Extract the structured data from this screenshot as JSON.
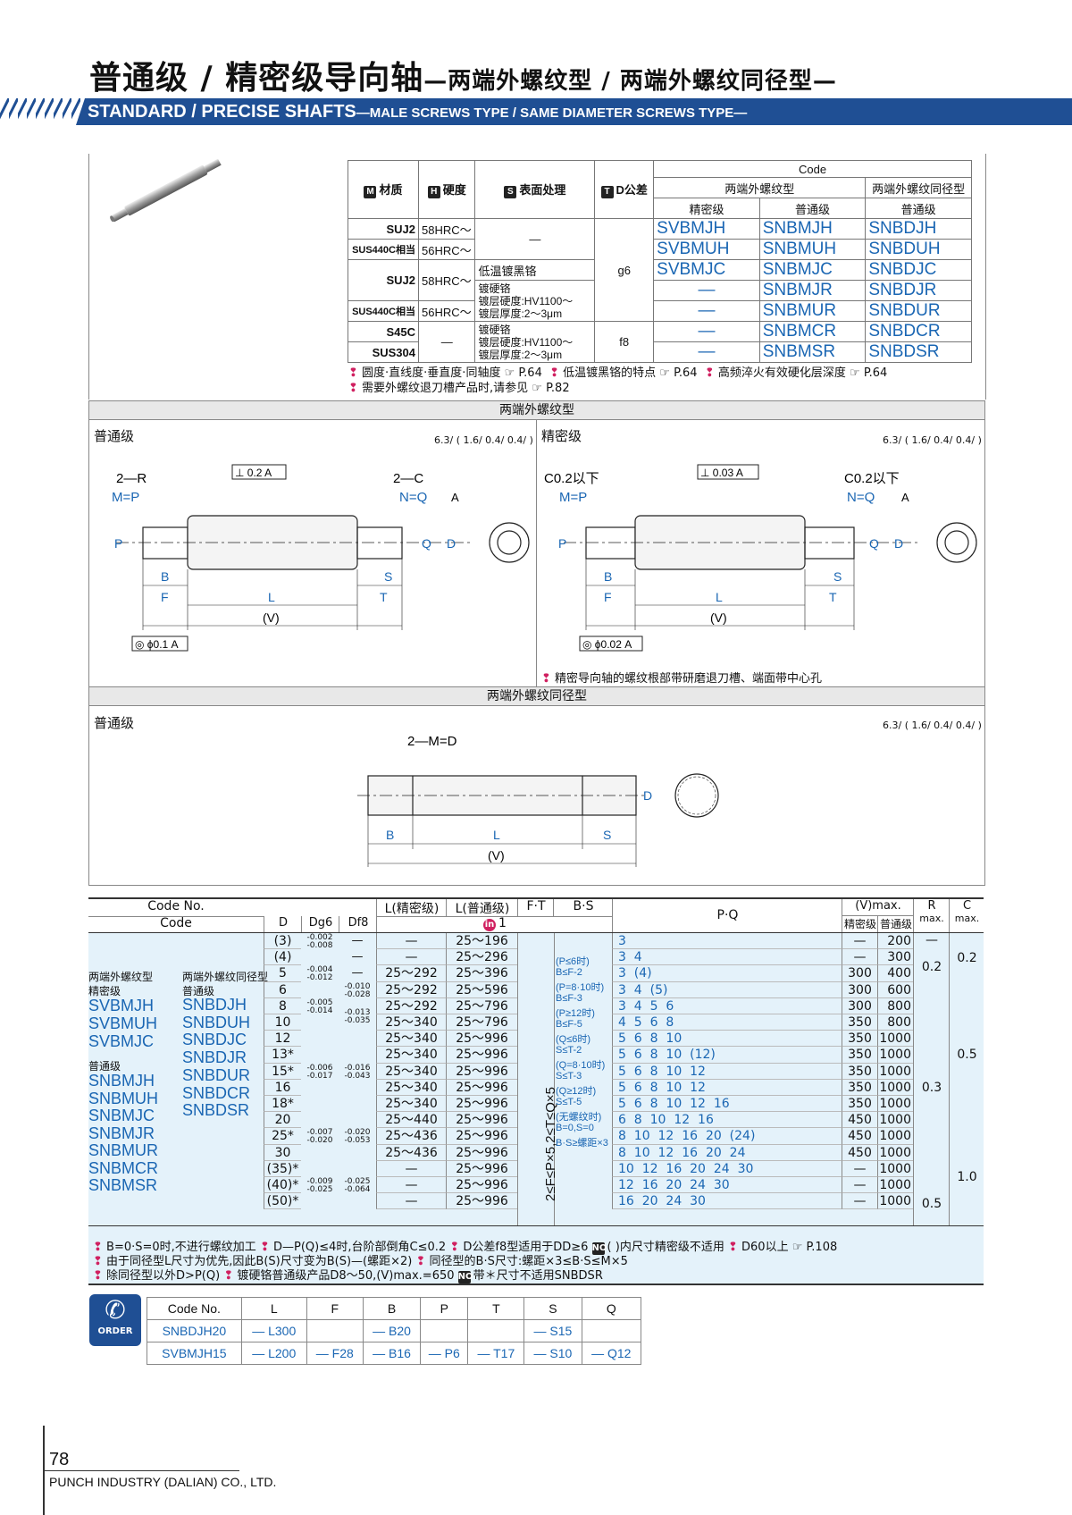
{
  "header": {
    "title_cn": "普通级 / 精密级导向轴",
    "title_cn_sub": "—两端外螺纹型 / 两端外螺纹同径型—",
    "title_en": "STANDARD / PRECISE SHAFTS",
    "title_en_sub": "—MALE SCREWS TYPE / SAME DIAMETER SCREWS TYPE—"
  },
  "spec": {
    "col_material": "材质",
    "col_hardness": "硬度",
    "col_surface": "表面处理",
    "col_tol": "D公差",
    "badge_m": "M",
    "badge_h": "H",
    "badge_s": "S",
    "badge_t": "T",
    "code": "Code",
    "type1": "两端外螺纹型",
    "type2": "两端外螺纹同径型",
    "precise": "精密级",
    "standard": "普通级",
    "standard2": "普通级",
    "rows": [
      {
        "mat": "SUJ2",
        "hard": "58HRC～",
        "c1": "SVBMJH",
        "c2": "SNBMJH",
        "c3": "SNBDJH"
      },
      {
        "mat": "SUS440C相当",
        "hard": "56HRC～",
        "c1": "SVBMUH",
        "c2": "SNBMUH",
        "c3": "SNBDUH"
      },
      {
        "c1": "SVBMJC",
        "c2": "SNBMJC",
        "c3": "SNBDJC"
      },
      {
        "c1": "—",
        "c2": "SNBMJR",
        "c3": "SNBDJR"
      },
      {
        "c1": "—",
        "c2": "SNBMUR",
        "c3": "SNBDUR"
      },
      {
        "mat": "S45C",
        "c1": "—",
        "c2": "SNBMCR",
        "c3": "SNBDCR"
      },
      {
        "mat": "SUS304",
        "c1": "—",
        "c2": "SNBMSR",
        "c3": "SNBDSR"
      }
    ],
    "mat_suj2_b": "SUJ2",
    "mat_sus_b": "SUS440C相当",
    "hard_58": "58HRC～",
    "hard_56": "56HRC～",
    "dash": "—",
    "surf_black": "低温镀黑铬",
    "surf_hard": "镀硬铬\n镀层硬度:HV1100～\n镀层厚度:2～3μm",
    "surf_hard2": "镀硬铬\n镀层硬度:HV1100～\n镀层厚度:2～3μm",
    "tol_g6": "g6",
    "tol_f8": "f8",
    "note1": "圆度·直线度·垂直度·同轴度 ☞ P.64",
    "note2": "低温镀黑铬的特点 ☞ P.64",
    "note3": "高频淬火有效硬化层深度 ☞ P.64",
    "note4": "需要外螺纹退刀槽产品时,请参见 ☞ P.82"
  },
  "drawings": {
    "sec1": "两端外螺纹型",
    "std": "普通级",
    "prec": "精密级",
    "rough": "6.3/ ( 1.6/ 0.4/ 0.4/ )",
    "std_perp": "⊥ 0.2 A",
    "prec_perp": "⊥ 0.03 A",
    "lbl_2r": "2—R",
    "lbl_mp": "M=P",
    "lbl_2c": "2—C",
    "lbl_nq": "N=Q",
    "lbl_c02": "C0.2以下",
    "lbl_c02b": "C0.2以下",
    "lbl_a": "A",
    "lbl_p": "P",
    "lbl_q": "Q",
    "lbl_d": "D",
    "lbl_b": "B",
    "lbl_f": "F",
    "lbl_l": "L",
    "lbl_s": "S",
    "lbl_t": "T",
    "lbl_v": "(V)",
    "std_coax": "◎ ϕ0.1 A",
    "prec_coax": "◎ ϕ0.02 A",
    "prec_note": "精密导向轴的螺纹根部带研磨退刀槽、端面带中心孔",
    "sec2": "两端外螺纹同径型",
    "std2": "普通级",
    "lbl_2md": "2—M=D"
  },
  "dims": {
    "h_codeno": "Code No.",
    "h_code": "Code",
    "h_lprec": "L(精密级)",
    "h_lstd": "L(普通级)",
    "h_ft": "F·T",
    "h_bs": "B·S",
    "h_pq": "P·Q",
    "h_vmax": "(V)max.",
    "h_r": "R",
    "h_rmax": "max.",
    "h_c": "C",
    "h_cmax": "max.",
    "h_d": "D",
    "h_dg6": "Dg6",
    "h_df8": "Df8",
    "h_in1": "1",
    "h_vprec": "精密级",
    "h_vstd": "普通级",
    "left_t1": "两端外螺纹型",
    "left_t2": "两端外螺纹同径型",
    "left_prec": "精密级",
    "left_std": "普通级",
    "left_std2": "普通级",
    "codes_a": [
      "SVBMJH",
      "SVBMUH",
      "SVBMJC"
    ],
    "codes_b": [
      "SNBDJH",
      "SNBDUH",
      "SNBDJC",
      "SNBDJR",
      "SNBDUR",
      "SNBDCR",
      "SNBDSR"
    ],
    "codes_c": [
      "SNBMJH",
      "SNBMUH",
      "SNBMJC",
      "SNBMJR",
      "SNBMUR",
      "SNBMCR",
      "SNBMSR"
    ],
    "rows": [
      {
        "d": "(3)",
        "lp": "—",
        "ls": "25～196",
        "pq": "3",
        "vp": "—",
        "vs": "200"
      },
      {
        "d": "(4)",
        "lp": "—",
        "ls": "25～296",
        "pq": "3  4",
        "vp": "—",
        "vs": "300"
      },
      {
        "d": "5",
        "lp": "25～292",
        "ls": "25～396",
        "pq": "3  (4)",
        "vp": "300",
        "vs": "400"
      },
      {
        "d": "6",
        "lp": "25～292",
        "ls": "25～596",
        "pq": "3  4  (5)",
        "vp": "300",
        "vs": "600"
      },
      {
        "d": "8",
        "lp": "25～292",
        "ls": "25～796",
        "pq": "3  4  5  6",
        "vp": "300",
        "vs": "800"
      },
      {
        "d": "10",
        "lp": "25～340",
        "ls": "25～796",
        "pq": "4  5  6  8",
        "vp": "350",
        "vs": "800"
      },
      {
        "d": "12",
        "lp": "25～340",
        "ls": "25～996",
        "pq": "5  6  8  10",
        "vp": "350",
        "vs": "1000"
      },
      {
        "d": "13*",
        "lp": "25～340",
        "ls": "25～996",
        "pq": "5  6  8  10  (12)",
        "vp": "350",
        "vs": "1000"
      },
      {
        "d": "15*",
        "lp": "25～340",
        "ls": "25～996",
        "pq": "5  6  8  10  12",
        "vp": "350",
        "vs": "1000"
      },
      {
        "d": "16",
        "lp": "25～340",
        "ls": "25～996",
        "pq": "5  6  8  10  12",
        "vp": "350",
        "vs": "1000"
      },
      {
        "d": "18*",
        "lp": "25～340",
        "ls": "25～996",
        "pq": "5  6  8  10  12  16",
        "vp": "350",
        "vs": "1000"
      },
      {
        "d": "20",
        "lp": "25～440",
        "ls": "25～996",
        "pq": "6  8  10  12  16",
        "vp": "450",
        "vs": "1000"
      },
      {
        "d": "25*",
        "lp": "25～436",
        "ls": "25～996",
        "pq": "8  10  12  16  20  (24)",
        "vp": "450",
        "vs": "1000"
      },
      {
        "d": "30",
        "lp": "25～436",
        "ls": "25～996",
        "pq": "8  10  12  16  20  24",
        "vp": "450",
        "vs": "1000"
      },
      {
        "d": "(35)*",
        "lp": "—",
        "ls": "25～996",
        "pq": "10  12  16  20  24  30",
        "vp": "—",
        "vs": "1000"
      },
      {
        "d": "(40)*",
        "lp": "—",
        "ls": "25～996",
        "pq": "12  16  20  24  30",
        "vp": "—",
        "vs": "1000"
      },
      {
        "d": "(50)*",
        "lp": "—",
        "ls": "25～996",
        "pq": "16  20  24  30",
        "vp": "—",
        "vs": "1000"
      }
    ],
    "tol_g": [
      "-0.002\n-0.008",
      "-0.004\n-0.012",
      "-0.005\n-0.014",
      "-0.006\n-0.017",
      "-0.007\n-0.020",
      "-0.009\n-0.025"
    ],
    "tol_f": [
      "-0.010\n-0.028",
      "-0.013\n-0.035",
      "-0.016\n-0.043",
      "-0.020\n-0.053",
      "-0.025\n-0.064"
    ],
    "ft_formula": "2≤F≤P×5,2≤T≤Q×5",
    "bs_text": [
      "(P≤6时)",
      "B≤F-2",
      "(P=8·10时)",
      "B≤F-3",
      "(P≥12时)",
      "B≤F-5",
      "(Q≤6时)",
      "S≤T-2",
      "(Q=8·10时)",
      "S≤T-3",
      "(Q≥12时)",
      "S≤T-5",
      "(无螺纹时)",
      "B=0,S=0",
      "B·S≥螺距×3"
    ],
    "r_vals": [
      "—",
      "0.2",
      "0.3",
      "0.5"
    ],
    "c_vals": [
      "0.2",
      "0.5",
      "1.0"
    ],
    "notes": [
      "B=0·S=0时,不进行螺纹加工",
      "D—P(Q)≤4时,台阶部倒角C≤0.2",
      "D公差f8型适用于DD≥6",
      "( )内尺寸精密级不适用",
      "D60以上 ☞ P.108",
      "由于同径型L尺寸为优先,因此B(S)尺寸变为B(S)—(螺距×2)",
      "同径型的B·S尺寸:螺距×3≤B·S≤M×5",
      "除同径型以外D>P(Q)",
      "镀硬铬普通级产品D8～50,(V)max.=650",
      "带＊尺寸不适用SNBDSR"
    ]
  },
  "order": {
    "badge": "ORDER",
    "headers": [
      "Code No.",
      "L",
      "F",
      "B",
      "P",
      "T",
      "S",
      "Q"
    ],
    "row1": [
      "SNBDJH20",
      "— L300",
      "",
      "— B20",
      "",
      "",
      "— S15",
      ""
    ],
    "row2": [
      "SVBMJH15",
      "— L200",
      "— F28",
      "— B16",
      "— P6",
      "— T17",
      "— S10",
      "— Q12"
    ]
  },
  "footer": {
    "page": "78",
    "company": "PUNCH INDUSTRY (DALIAN) CO., LTD."
  }
}
